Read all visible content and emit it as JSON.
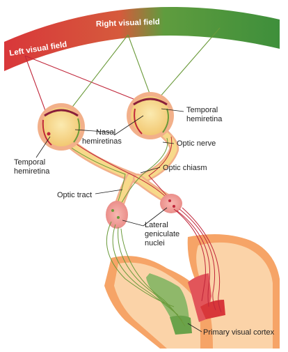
{
  "visual_field": {
    "left_label": "Left visual field",
    "right_label": "Right visual field",
    "left_color": "#d8373a",
    "right_color": "#3e8f3b"
  },
  "labels": {
    "temporal_hemiretina_right": [
      "Temporal",
      "hemiretina"
    ],
    "nasal_hemiretinas": [
      "Nasal",
      "hemiretinas"
    ],
    "optic_nerve": "Optic nerve",
    "temporal_hemiretina_left": [
      "Temporal",
      "hemiretina"
    ],
    "optic_chiasm": "Optic chiasm",
    "optic_tract": "Optic tract",
    "lateral_geniculate_nuclei": [
      "Lateral",
      "geniculate",
      "nuclei"
    ],
    "primary_visual_cortex": "Primary visual cortex"
  },
  "colors": {
    "pathway_red": "#c0263a",
    "pathway_green": "#6a9a3a",
    "eye_fill": "#f7d98a",
    "eye_halo": "#f2b08a",
    "cortex_orange": "#f28a4a",
    "cortex_light": "#fbd3a8"
  }
}
